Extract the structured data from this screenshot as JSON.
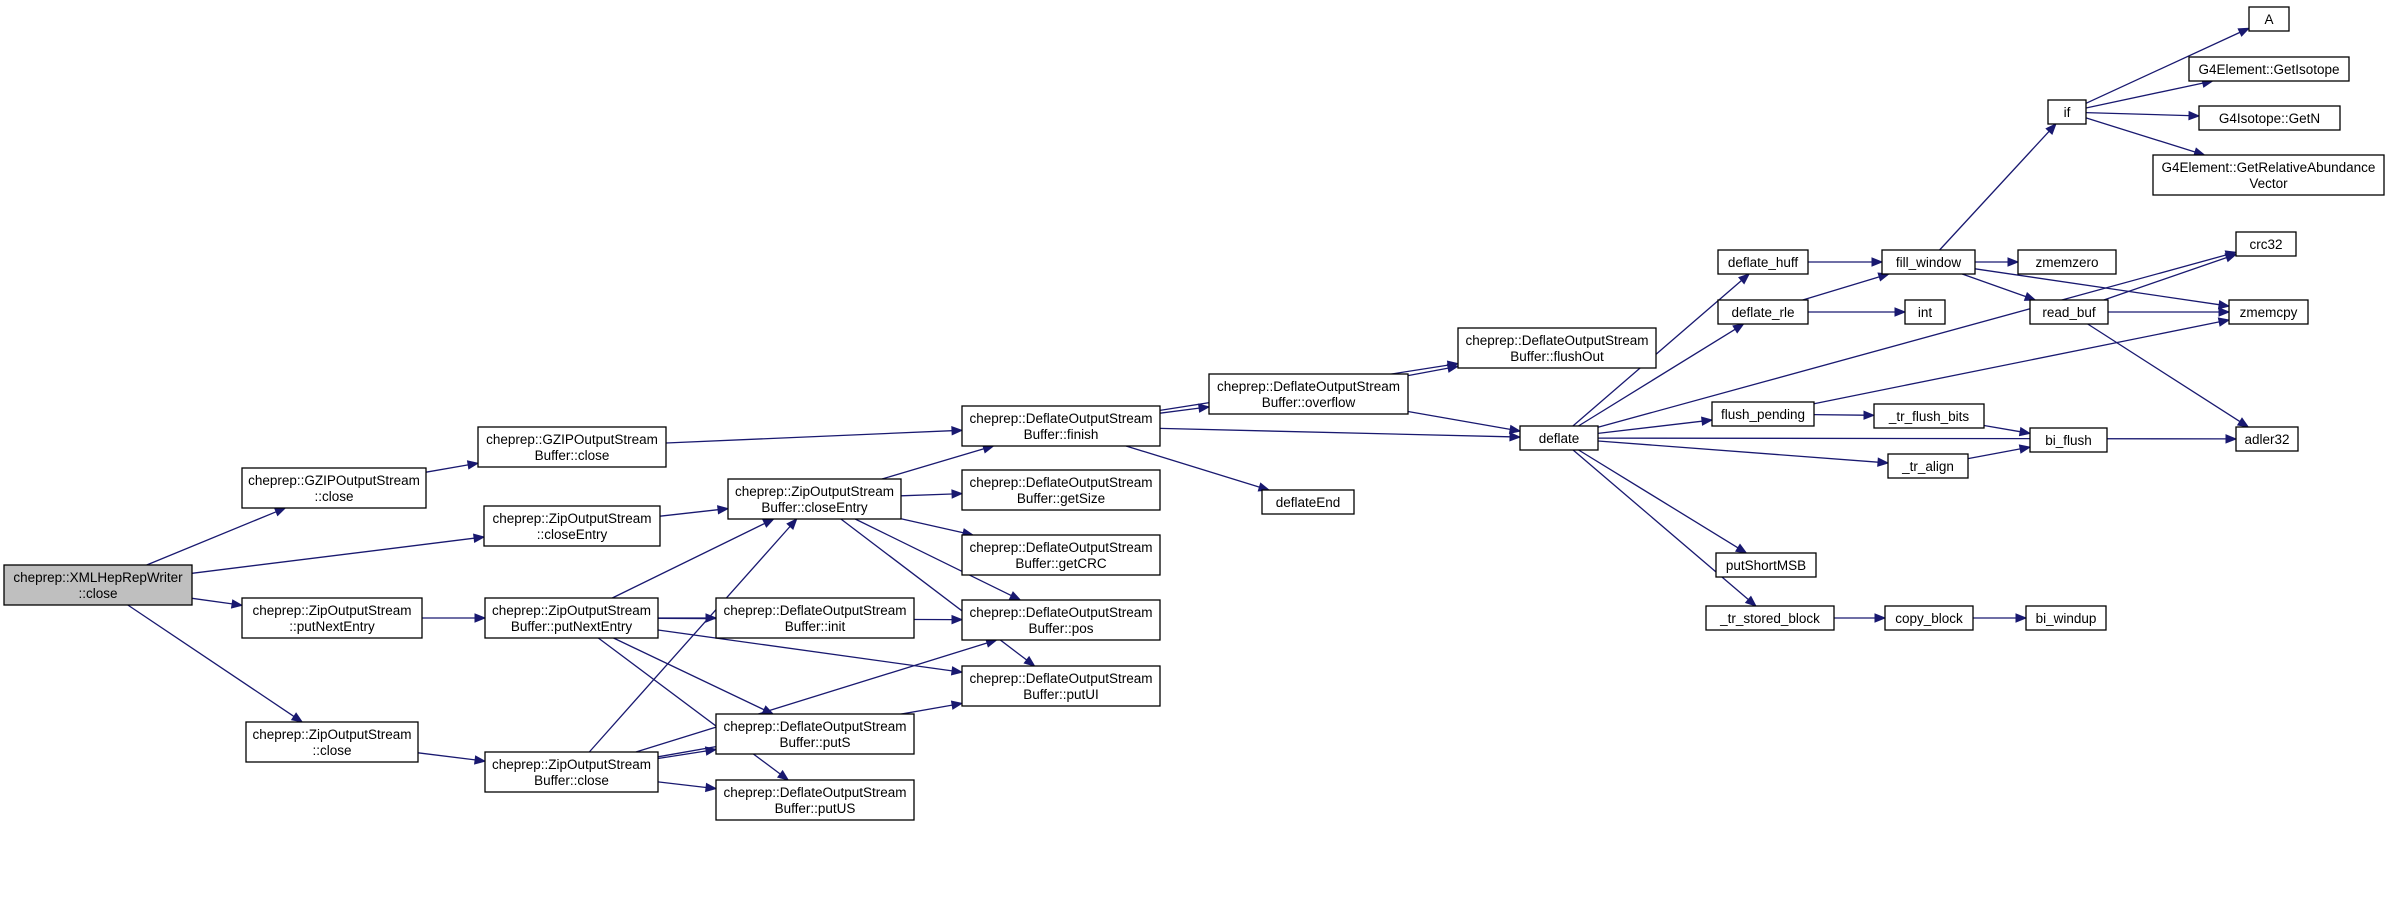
{
  "diagram": {
    "nodes": [
      {
        "id": "root",
        "lines": [
          "cheprep::XMLHepRepWriter",
          "::close"
        ],
        "highlight": true
      },
      {
        "id": "gzip_close",
        "lines": [
          "cheprep::GZIPOutputStream",
          "::close"
        ]
      },
      {
        "id": "zip_closeentry",
        "lines": [
          "cheprep::ZipOutputStream",
          "::closeEntry"
        ]
      },
      {
        "id": "zip_putnextentry",
        "lines": [
          "cheprep::ZipOutputStream",
          "::putNextEntry"
        ]
      },
      {
        "id": "zip_close",
        "lines": [
          "cheprep::ZipOutputStream",
          "::close"
        ]
      },
      {
        "id": "gzipbuf_close",
        "lines": [
          "cheprep::GZIPOutputStream",
          "Buffer::close"
        ]
      },
      {
        "id": "zipbuf_closeentry",
        "lines": [
          "cheprep::ZipOutputStream",
          "Buffer::closeEntry"
        ]
      },
      {
        "id": "zipbuf_putnextentry",
        "lines": [
          "cheprep::ZipOutputStream",
          "Buffer::putNextEntry"
        ]
      },
      {
        "id": "zipbuf_close",
        "lines": [
          "cheprep::ZipOutputStream",
          "Buffer::close"
        ]
      },
      {
        "id": "dbuf_init",
        "lines": [
          "cheprep::DeflateOutputStream",
          "Buffer::init"
        ]
      },
      {
        "id": "dbuf_puts",
        "lines": [
          "cheprep::DeflateOutputStream",
          "Buffer::putS"
        ]
      },
      {
        "id": "dbuf_putus",
        "lines": [
          "cheprep::DeflateOutputStream",
          "Buffer::putUS"
        ]
      },
      {
        "id": "dbuf_finish",
        "lines": [
          "cheprep::DeflateOutputStream",
          "Buffer::finish"
        ]
      },
      {
        "id": "dbuf_getsize",
        "lines": [
          "cheprep::DeflateOutputStream",
          "Buffer::getSize"
        ]
      },
      {
        "id": "dbuf_getcrc",
        "lines": [
          "cheprep::DeflateOutputStream",
          "Buffer::getCRC"
        ]
      },
      {
        "id": "dbuf_pos",
        "lines": [
          "cheprep::DeflateOutputStream",
          "Buffer::pos"
        ]
      },
      {
        "id": "dbuf_putui",
        "lines": [
          "cheprep::DeflateOutputStream",
          "Buffer::putUI"
        ]
      },
      {
        "id": "dbuf_overflow",
        "lines": [
          "cheprep::DeflateOutputStream",
          "Buffer::overflow"
        ]
      },
      {
        "id": "deflateend",
        "lines": [
          "deflateEnd"
        ]
      },
      {
        "id": "dbuf_flushout",
        "lines": [
          "cheprep::DeflateOutputStream",
          "Buffer::flushOut"
        ]
      },
      {
        "id": "deflate",
        "lines": [
          "deflate"
        ]
      },
      {
        "id": "deflate_huff",
        "lines": [
          "deflate_huff"
        ]
      },
      {
        "id": "deflate_rle",
        "lines": [
          "deflate_rle"
        ]
      },
      {
        "id": "flush_pending",
        "lines": [
          "flush_pending"
        ]
      },
      {
        "id": "putshortmsb",
        "lines": [
          "putShortMSB"
        ]
      },
      {
        "id": "tr_stored_block",
        "lines": [
          "_tr_stored_block"
        ]
      },
      {
        "id": "fill_window",
        "lines": [
          "fill_window"
        ]
      },
      {
        "id": "int",
        "lines": [
          "int"
        ]
      },
      {
        "id": "tr_flush_bits",
        "lines": [
          "_tr_flush_bits"
        ]
      },
      {
        "id": "tr_align",
        "lines": [
          "_tr_align"
        ]
      },
      {
        "id": "copy_block",
        "lines": [
          "copy_block"
        ]
      },
      {
        "id": "if",
        "lines": [
          "if"
        ]
      },
      {
        "id": "zmemzero",
        "lines": [
          "zmemzero"
        ]
      },
      {
        "id": "read_buf",
        "lines": [
          "read_buf"
        ]
      },
      {
        "id": "bi_flush",
        "lines": [
          "bi_flush"
        ]
      },
      {
        "id": "bi_windup",
        "lines": [
          "bi_windup"
        ]
      },
      {
        "id": "a",
        "lines": [
          "A"
        ]
      },
      {
        "id": "g4element_getisotope",
        "lines": [
          "G4Element::GetIsotope"
        ]
      },
      {
        "id": "g4isotope_getn",
        "lines": [
          "G4Isotope::GetN"
        ]
      },
      {
        "id": "g4element_getrelabundance",
        "lines": [
          "G4Element::GetRelativeAbundance",
          "Vector"
        ]
      },
      {
        "id": "crc32",
        "lines": [
          "crc32"
        ]
      },
      {
        "id": "zmemcpy",
        "lines": [
          "zmemcpy"
        ]
      },
      {
        "id": "adler32",
        "lines": [
          "adler32"
        ]
      }
    ],
    "edges": [
      [
        "root",
        "gzip_close"
      ],
      [
        "root",
        "zip_closeentry"
      ],
      [
        "root",
        "zip_putnextentry"
      ],
      [
        "root",
        "zip_close"
      ],
      [
        "gzip_close",
        "gzipbuf_close"
      ],
      [
        "gzipbuf_close",
        "dbuf_finish"
      ],
      [
        "zip_closeentry",
        "zipbuf_closeentry"
      ],
      [
        "zip_putnextentry",
        "zipbuf_putnextentry"
      ],
      [
        "zip_close",
        "zipbuf_close"
      ],
      [
        "zipbuf_closeentry",
        "dbuf_finish"
      ],
      [
        "zipbuf_closeentry",
        "dbuf_getsize"
      ],
      [
        "zipbuf_closeentry",
        "dbuf_getcrc"
      ],
      [
        "zipbuf_closeentry",
        "dbuf_pos"
      ],
      [
        "zipbuf_closeentry",
        "dbuf_putui"
      ],
      [
        "zipbuf_putnextentry",
        "zipbuf_closeentry"
      ],
      [
        "zipbuf_putnextentry",
        "dbuf_init"
      ],
      [
        "zipbuf_putnextentry",
        "dbuf_pos"
      ],
      [
        "zipbuf_putnextentry",
        "dbuf_putui"
      ],
      [
        "zipbuf_putnextentry",
        "dbuf_puts"
      ],
      [
        "zipbuf_putnextentry",
        "dbuf_putus"
      ],
      [
        "zipbuf_close",
        "zipbuf_closeentry"
      ],
      [
        "zipbuf_close",
        "dbuf_puts"
      ],
      [
        "zipbuf_close",
        "dbuf_putus"
      ],
      [
        "zipbuf_close",
        "dbuf_pos"
      ],
      [
        "zipbuf_close",
        "dbuf_putui"
      ],
      [
        "dbuf_finish",
        "dbuf_flushout"
      ],
      [
        "dbuf_finish",
        "dbuf_overflow"
      ],
      [
        "dbuf_finish",
        "deflate"
      ],
      [
        "dbuf_finish",
        "deflateend"
      ],
      [
        "dbuf_overflow",
        "dbuf_flushout"
      ],
      [
        "dbuf_overflow",
        "deflate"
      ],
      [
        "deflate",
        "crc32"
      ],
      [
        "deflate",
        "deflate_huff"
      ],
      [
        "deflate",
        "deflate_rle"
      ],
      [
        "deflate",
        "flush_pending"
      ],
      [
        "deflate",
        "tr_align"
      ],
      [
        "deflate",
        "adler32"
      ],
      [
        "deflate",
        "putshortmsb"
      ],
      [
        "deflate",
        "tr_stored_block"
      ],
      [
        "deflate_huff",
        "fill_window"
      ],
      [
        "deflate_rle",
        "fill_window"
      ],
      [
        "deflate_rle",
        "int"
      ],
      [
        "fill_window",
        "if"
      ],
      [
        "fill_window",
        "zmemzero"
      ],
      [
        "fill_window",
        "zmemcpy"
      ],
      [
        "fill_window",
        "read_buf"
      ],
      [
        "if",
        "a"
      ],
      [
        "if",
        "g4element_getisotope"
      ],
      [
        "if",
        "g4isotope_getn"
      ],
      [
        "if",
        "g4element_getrelabundance"
      ],
      [
        "read_buf",
        "crc32"
      ],
      [
        "read_buf",
        "zmemcpy"
      ],
      [
        "read_buf",
        "adler32"
      ],
      [
        "flush_pending",
        "zmemcpy"
      ],
      [
        "flush_pending",
        "tr_flush_bits"
      ],
      [
        "tr_flush_bits",
        "bi_flush"
      ],
      [
        "tr_align",
        "bi_flush"
      ],
      [
        "tr_stored_block",
        "copy_block"
      ],
      [
        "copy_block",
        "bi_windup"
      ]
    ]
  }
}
